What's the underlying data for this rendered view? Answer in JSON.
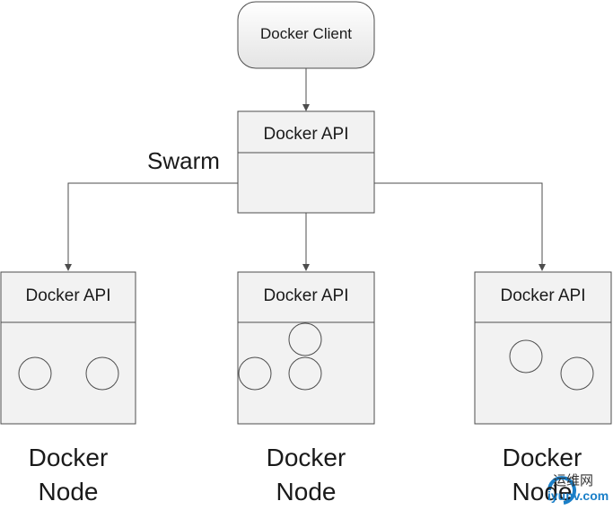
{
  "client": {
    "label": "Docker Client"
  },
  "swarm": {
    "api_label": "Docker API",
    "label": "Swarm"
  },
  "nodes": [
    {
      "api_label": "Docker API",
      "caption_line1": "Docker",
      "caption_line2": "Node",
      "container_count": 2
    },
    {
      "api_label": "Docker API",
      "caption_line1": "Docker",
      "caption_line2": "Node",
      "container_count": 3
    },
    {
      "api_label": "Docker API",
      "caption_line1": "Docker",
      "caption_line2": "Node",
      "container_count": 2
    }
  ],
  "watermark": {
    "text_cn": "运维网",
    "url": "iyunv.com"
  },
  "colors": {
    "box_fill": "#f2f2f2",
    "stroke": "#4d4d4d",
    "text": "#1a1a1a"
  }
}
